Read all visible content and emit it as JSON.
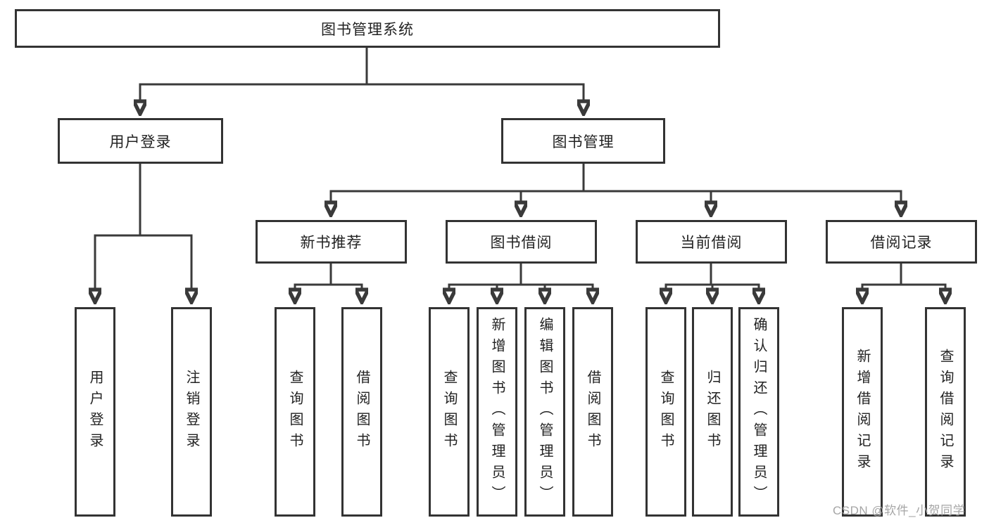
{
  "diagram": {
    "title": "图书管理系统",
    "root": {
      "label": "图书管理系统"
    },
    "branches": [
      {
        "label": "用户登录",
        "children": [
          {
            "label": "用户登录"
          },
          {
            "label": "注销登录"
          }
        ]
      },
      {
        "label": "图书管理",
        "groups": [
          {
            "label": "新书推荐",
            "children": [
              {
                "label": "查询图书"
              },
              {
                "label": "借阅图书"
              }
            ]
          },
          {
            "label": "图书借阅",
            "children": [
              {
                "label": "查询图书"
              },
              {
                "label": "新增图书（管理员）"
              },
              {
                "label": "编辑图书（管理员）"
              },
              {
                "label": "借阅图书"
              }
            ]
          },
          {
            "label": "当前借阅",
            "children": [
              {
                "label": "查询图书"
              },
              {
                "label": "归还图书"
              },
              {
                "label": "确认归还（管理员）"
              }
            ]
          },
          {
            "label": "借阅记录",
            "children": [
              {
                "label": "新增借阅记录"
              },
              {
                "label": "查询借阅记录"
              }
            ]
          }
        ]
      }
    ]
  },
  "watermark": {
    "text": "CSDN @软件_小贺同学"
  },
  "colors": {
    "background": "#ffffff",
    "line": "#3a3a3a",
    "box_border": "#333333",
    "text": "#222222",
    "watermark": "#a6a6a6"
  }
}
